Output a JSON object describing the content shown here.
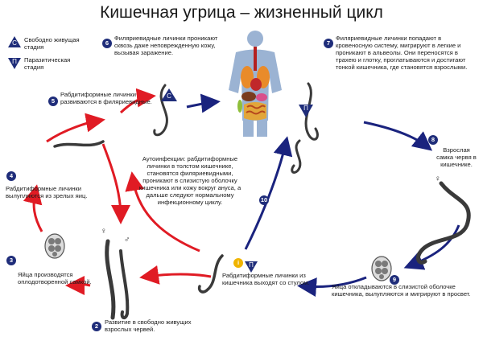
{
  "title": "Кишечная угрица – жизненный цикл",
  "legend": [
    {
      "symbol": "С",
      "text": "Свободно живущая стадия"
    },
    {
      "symbol": "П",
      "text": "Паразитическая стадия"
    }
  ],
  "steps": [
    {
      "num": "1",
      "text": "Рабдитиформные личинки из кишечника выходят со стулом."
    },
    {
      "num": "2",
      "text": "Развитие в свободно живущих взрослых червей."
    },
    {
      "num": "3",
      "text": "Яйца производятся оплодотворенной самкой."
    },
    {
      "num": "4",
      "text": "Рабдитиформные личинки вылупляются из зрелых яиц."
    },
    {
      "num": "5",
      "text": "Рабдитиформные личинки развиваются в филяриевидные."
    },
    {
      "num": "6",
      "text": "Филяриевидные личинки проникают сквозь даже неповрежденную кожу, вызывая заражение."
    },
    {
      "num": "7",
      "text": "Филяриевидные личинки попадают в кровеносную систему, мигрируют в легкие и проникают в альвеолы. Они переносятся в трахею и глотку, проглатываются и достигают тонкой кишечника, где становятся взрослыми."
    },
    {
      "num": "8",
      "text": "Взрослая самка червя в кишечнике."
    },
    {
      "num": "9",
      "text": "Яйца откладываются в слизистой оболочке кишечника, вылупляются и мигрируют в просвет."
    },
    {
      "num": "10",
      "text": ""
    }
  ],
  "autoinfection": "Аутоинфекции: рабдитиформные личинки в толстом кишечнике, становятся филяриевидными, проникают в слизистую оболочку кишечника или кожу вокруг ануса, а дальше следуют нормальному инфекционному циклу.",
  "badges": {
    "free": "С",
    "parasitic": "П",
    "exit_info": "i"
  },
  "sex": {
    "female": "♀",
    "male": "♂"
  },
  "colors": {
    "free_cycle": "#e01b24",
    "parasitic_cycle": "#1a237e",
    "badge": "#1f2d7a",
    "info": "#f0b400"
  }
}
